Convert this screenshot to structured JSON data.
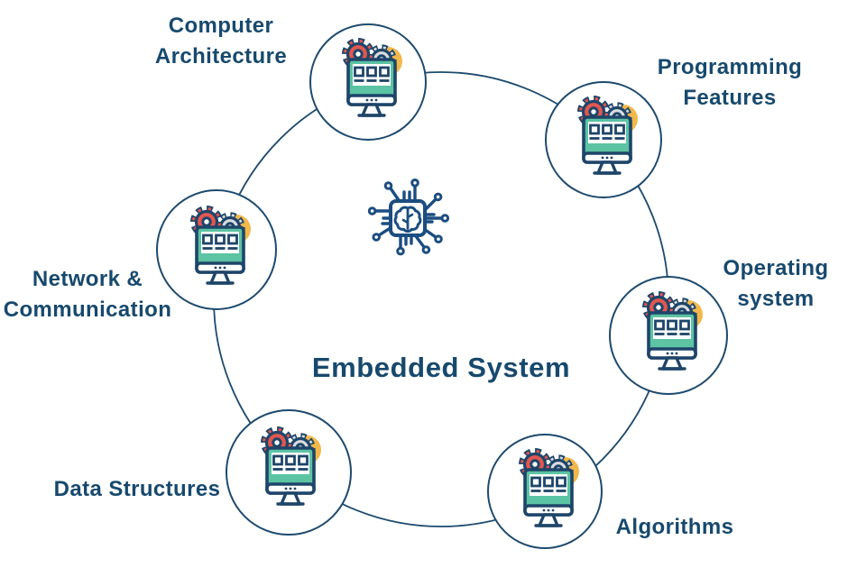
{
  "center": {
    "label": "Embedded System",
    "icon": "chip-brain-icon"
  },
  "nodes": [
    {
      "id": "computer-architecture",
      "label": "Computer\nArchitecture",
      "icon": "monitor-gears-icon"
    },
    {
      "id": "programming-features",
      "label": "Programming\nFeatures",
      "icon": "monitor-gears-icon"
    },
    {
      "id": "operating-system",
      "label": "Operating\nsystem",
      "icon": "monitor-gears-icon"
    },
    {
      "id": "algorithms",
      "label": "Algorithms",
      "icon": "monitor-gears-icon"
    },
    {
      "id": "data-structures",
      "label": "Data Structures",
      "icon": "monitor-gears-icon"
    },
    {
      "id": "network-communication",
      "label": "Network &\nCommunication",
      "icon": "monitor-gears-icon"
    }
  ],
  "colors": {
    "navy_line": "#1d4a6e",
    "text_navy": "#17496d",
    "chip_navy": "#1b4d80",
    "teal": "#5cc3a3",
    "gear_red": "#e25750",
    "gear_gray": "#d9dce1",
    "accent_orange": "#f2b84b",
    "background": "#ffffff"
  }
}
